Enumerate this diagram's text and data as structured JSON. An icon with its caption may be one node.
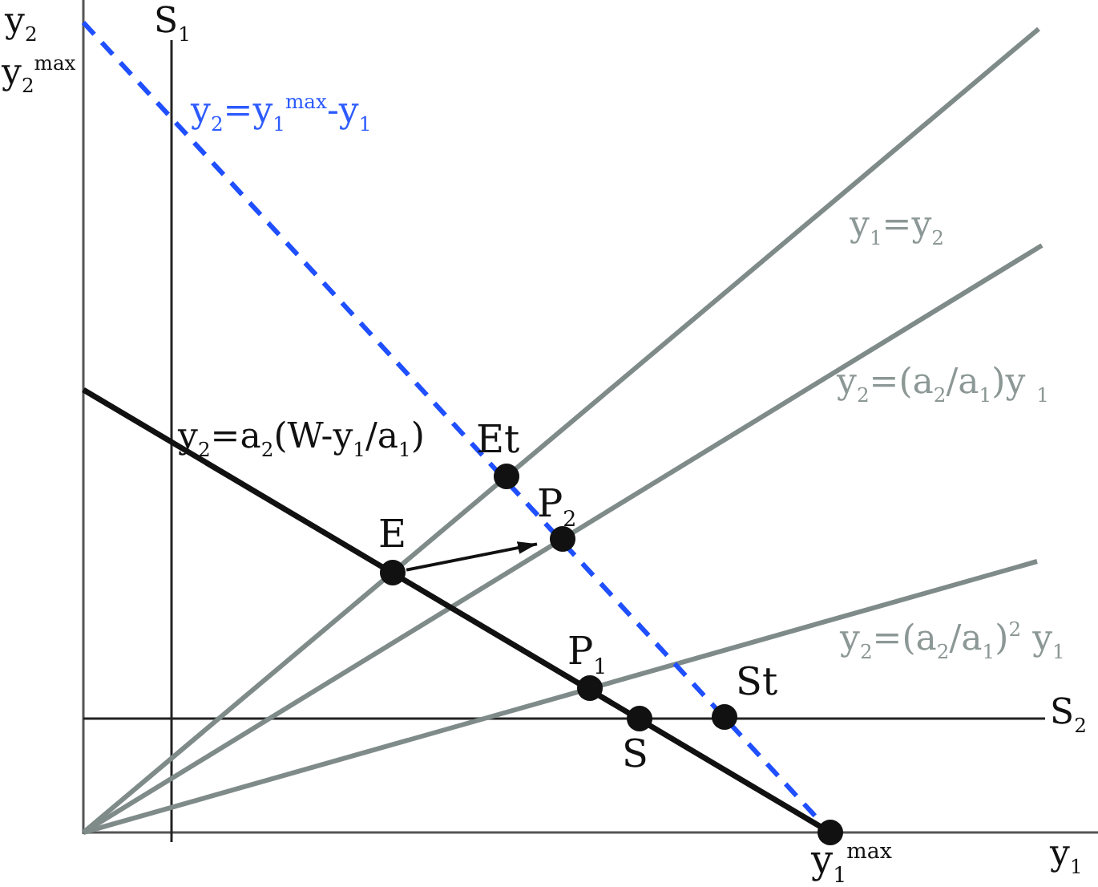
{
  "diagram": {
    "nodes": [
      {
        "text": [
          "Et"
        ]
      },
      {
        "text": [
          "P$_{2}$"
        ]
      },
      {
        "text": [
          "E"
        ]
      },
      {
        "text": [
          "P$_{1}$"
        ]
      },
      {
        "text": [
          "St"
        ]
      },
      {
        "text": [
          "S"
        ]
      },
      {
        "text": [
          "y$_{1}$$^{max}$"
        ]
      }
    ],
    "edges": [
      {
        "from": 2,
        "to": 1,
        "arrow": "to"
      }
    ],
    "labels": [
      "y$_{2}$",
      "S$_{1}$",
      "y$_{2}$$^{max}$",
      "y$_{2}$=y$_{1}$$^{max}$-y$_{1}$",
      "y$_{1}$=y$_{2}$",
      "y$_{2}$=(a$_{2}$/a$_{1}$)y $_{1}$",
      "y$_{2}$=a$_{2}$(W-y$_{1}$/a$_{1}$)",
      "y$_{2}$=(a$_{2}$/a$_{1}$)$^{2}$ y$_{1}$",
      "S$_{2}$",
      "y$_{1}$"
    ]
  }
}
